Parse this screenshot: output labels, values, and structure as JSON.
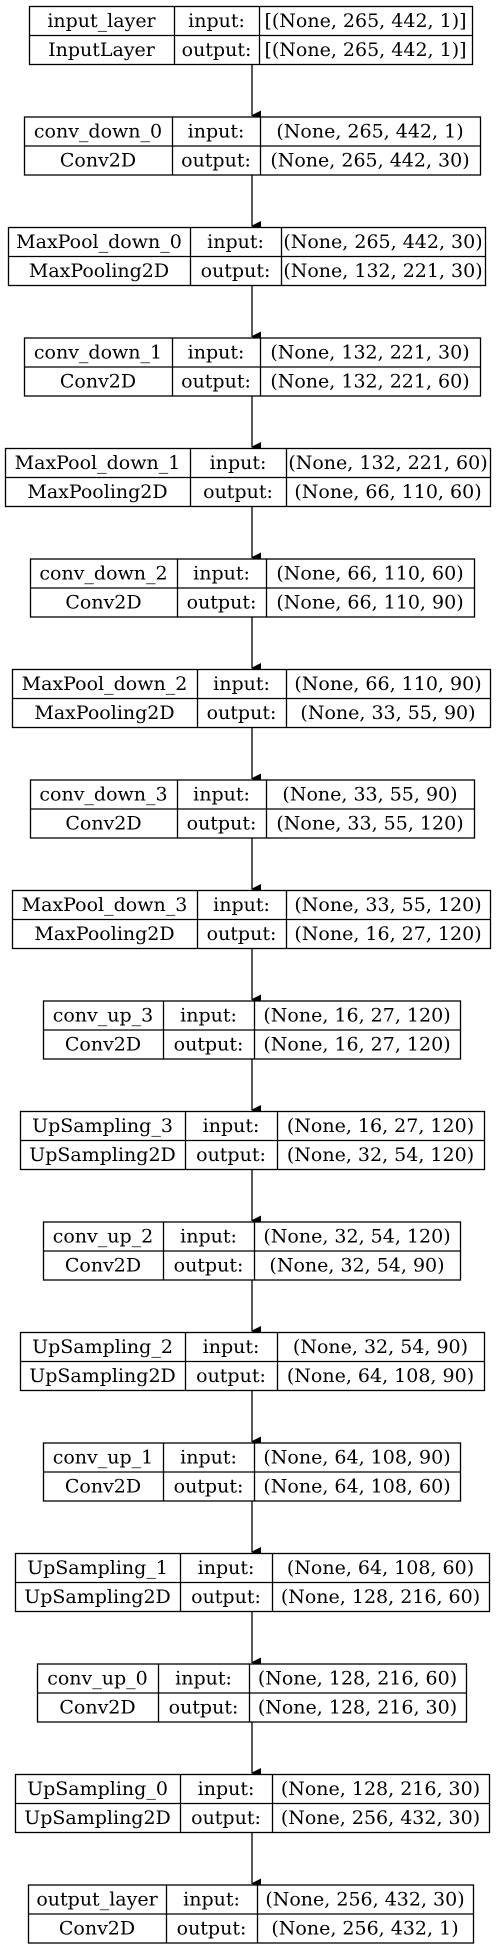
{
  "diagram": {
    "input_label": "input:",
    "output_label": "output:",
    "layers": [
      {
        "name": "input_layer",
        "type": "InputLayer",
        "input": "[(None, 265, 442, 1)]",
        "output": "[(None, 265, 442, 1)]"
      },
      {
        "name": "conv_down_0",
        "type": "Conv2D",
        "input": "(None, 265, 442, 1)",
        "output": "(None, 265, 442, 30)"
      },
      {
        "name": "MaxPool_down_0",
        "type": "MaxPooling2D",
        "input": "(None, 265, 442, 30)",
        "output": "(None, 132, 221, 30)"
      },
      {
        "name": "conv_down_1",
        "type": "Conv2D",
        "input": "(None, 132, 221, 30)",
        "output": "(None, 132, 221, 60)"
      },
      {
        "name": "MaxPool_down_1",
        "type": "MaxPooling2D",
        "input": "(None, 132, 221, 60)",
        "output": "(None, 66, 110, 60)"
      },
      {
        "name": "conv_down_2",
        "type": "Conv2D",
        "input": "(None, 66, 110, 60)",
        "output": "(None, 66, 110, 90)"
      },
      {
        "name": "MaxPool_down_2",
        "type": "MaxPooling2D",
        "input": "(None, 66, 110, 90)",
        "output": "(None, 33, 55, 90)"
      },
      {
        "name": "conv_down_3",
        "type": "Conv2D",
        "input": "(None, 33, 55, 90)",
        "output": "(None, 33, 55, 120)"
      },
      {
        "name": "MaxPool_down_3",
        "type": "MaxPooling2D",
        "input": "(None, 33, 55, 120)",
        "output": "(None, 16, 27, 120)"
      },
      {
        "name": "conv_up_3",
        "type": "Conv2D",
        "input": "(None, 16, 27, 120)",
        "output": "(None, 16, 27, 120)"
      },
      {
        "name": "UpSampling_3",
        "type": "UpSampling2D",
        "input": "(None, 16, 27, 120)",
        "output": "(None, 32, 54, 120)"
      },
      {
        "name": "conv_up_2",
        "type": "Conv2D",
        "input": "(None, 32, 54, 120)",
        "output": "(None, 32, 54, 90)"
      },
      {
        "name": "UpSampling_2",
        "type": "UpSampling2D",
        "input": "(None, 32, 54, 90)",
        "output": "(None, 64, 108, 90)"
      },
      {
        "name": "conv_up_1",
        "type": "Conv2D",
        "input": "(None, 64, 108, 90)",
        "output": "(None, 64, 108, 60)"
      },
      {
        "name": "UpSampling_1",
        "type": "UpSampling2D",
        "input": "(None, 64, 108, 60)",
        "output": "(None, 128, 216, 60)"
      },
      {
        "name": "conv_up_0",
        "type": "Conv2D",
        "input": "(None, 128, 216, 60)",
        "output": "(None, 128, 216, 30)"
      },
      {
        "name": "UpSampling_0",
        "type": "UpSampling2D",
        "input": "(None, 128, 216, 30)",
        "output": "(None, 256, 432, 30)"
      },
      {
        "name": "output_layer",
        "type": "Conv2D",
        "input": "(None, 256, 432, 30)",
        "output": "(None, 256, 432, 1)"
      }
    ]
  }
}
